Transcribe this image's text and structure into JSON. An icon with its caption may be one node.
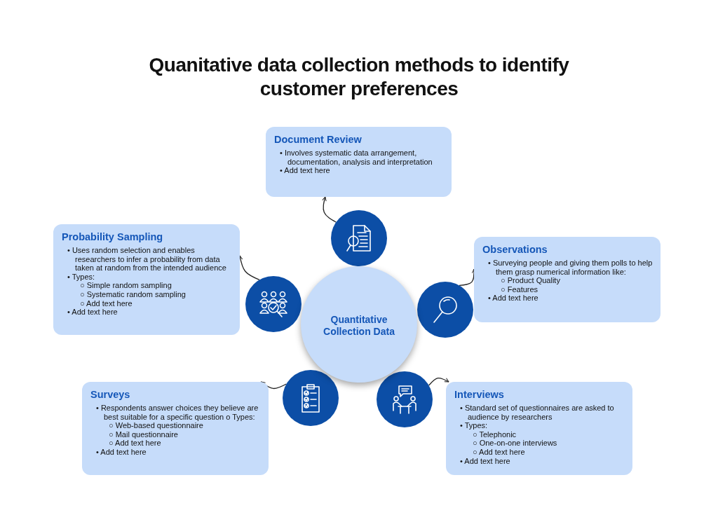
{
  "diagram": {
    "title": "Quanitative data collection methods to identify customer preferences",
    "nodes": [
      {
        "text": [
          "Document Review",
          "• Involves systematic data arrangement, documentation, analysis and interpretation",
          "• Add text here"
        ]
      },
      {
        "text": [],
        "shape": "circle"
      },
      {
        "text": [
          "Probability Sampling",
          "• Uses random selection and enables researchers to infer a probability from data taken at random from the intended audience",
          "• Types:",
          "○ Simple random sampling",
          "○ Systematic random sampling",
          "○ Add text here",
          "• Add text here"
        ]
      },
      {
        "text": [],
        "shape": "circle"
      },
      {
        "text": [
          "Quantitative Collection Data"
        ]
      },
      {
        "text": [],
        "shape": "circle"
      },
      {
        "text": [
          "Observations",
          "• Surveying people and giving them polls to help them grasp numerical information like:",
          "○ Product Quality",
          "○ Features",
          "• Add text here"
        ]
      },
      {
        "text": [],
        "shape": "circle"
      },
      {
        "text": [],
        "shape": "circle"
      },
      {
        "text": [
          "Surveys",
          "• Respondents answer choices they believe are best suitable for a specific question o Types:",
          "○ Web-based questionnaire",
          "○ Mail questionnaire",
          "○ Add text here",
          "• Add text here"
        ]
      },
      {
        "text": [
          "Interviews",
          "• Standard set of questionnaires are asked to audience by researchers",
          "• Types:",
          "○ Telephonic",
          "○ One-on-one interviews",
          "○ Add text here",
          "• Add text here"
        ]
      }
    ],
    "edges": [
      {
        "from": 1,
        "to": 0,
        "arrow": "to"
      },
      {
        "from": 3,
        "to": 2,
        "arrow": "to"
      },
      {
        "from": 5,
        "to": 6,
        "arrow": "to"
      },
      {
        "from": 7,
        "to": 9,
        "arrow": "to"
      },
      {
        "from": 8,
        "to": 10,
        "arrow": "to"
      }
    ]
  }
}
